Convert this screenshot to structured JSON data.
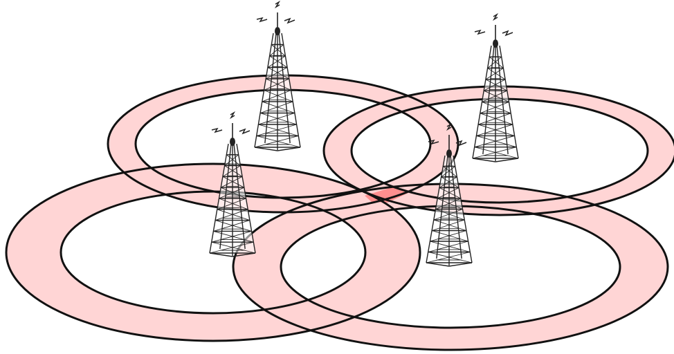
{
  "diagram": {
    "towers": [
      {
        "id": "tower-1",
        "icon": "radio-tower-icon"
      },
      {
        "id": "tower-2",
        "icon": "radio-tower-icon"
      },
      {
        "id": "tower-3",
        "icon": "radio-tower-icon"
      },
      {
        "id": "tower-4",
        "icon": "radio-tower-icon"
      }
    ],
    "rings": [
      {
        "id": "ring-1"
      },
      {
        "id": "ring-2"
      },
      {
        "id": "ring-3"
      },
      {
        "id": "ring-4"
      }
    ],
    "colors": {
      "ring_fill": "#ffd3d3",
      "intersection_fill": "#ff8f8f",
      "stroke": "#111111",
      "tower_stroke": "#222222",
      "background": "#ffffff"
    }
  }
}
